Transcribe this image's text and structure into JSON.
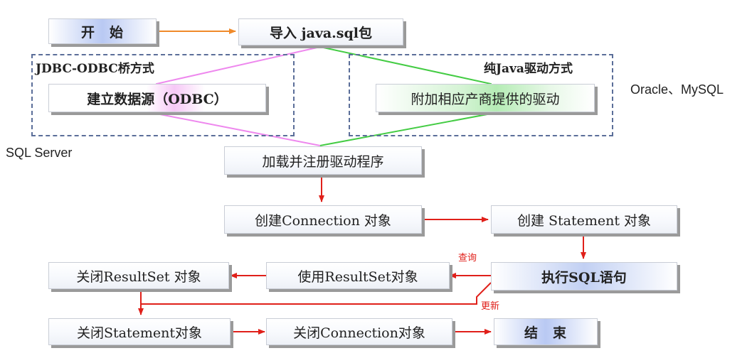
{
  "nodes": {
    "start": "开　始",
    "import": "导入 java.sql包",
    "odbc_source": "建立数据源（ODBC）",
    "vendor_driver": "附加相应产商提供的驱动",
    "load_driver": "加载并注册驱动程序",
    "create_connection": "创建Connection 对象",
    "create_statement": "创建 Statement 对象",
    "execute_sql": "执行SQL语句",
    "use_resultset": "使用ResultSet对象",
    "close_resultset": "关闭ResultSet 对象",
    "close_statement": "关闭Statement对象",
    "close_connection": "关闭Connection对象",
    "end": "结　束"
  },
  "groups": {
    "jdbc_odbc": "JDBC-ODBC桥方式",
    "pure_java": "纯Java驱动方式"
  },
  "side_labels": {
    "sql_server": "SQL Server",
    "oracle_mysql": "Oracle、MySQL"
  },
  "edge_labels": {
    "query": "查询",
    "update": "更新"
  },
  "colors": {
    "arrow_orange": "#f08a2a",
    "arrow_red": "#e0201a",
    "path_pink": "#ee88ee",
    "path_green": "#44cc44",
    "dash_border": "#5b6e99",
    "highlight_blue": "#9db3ea"
  }
}
